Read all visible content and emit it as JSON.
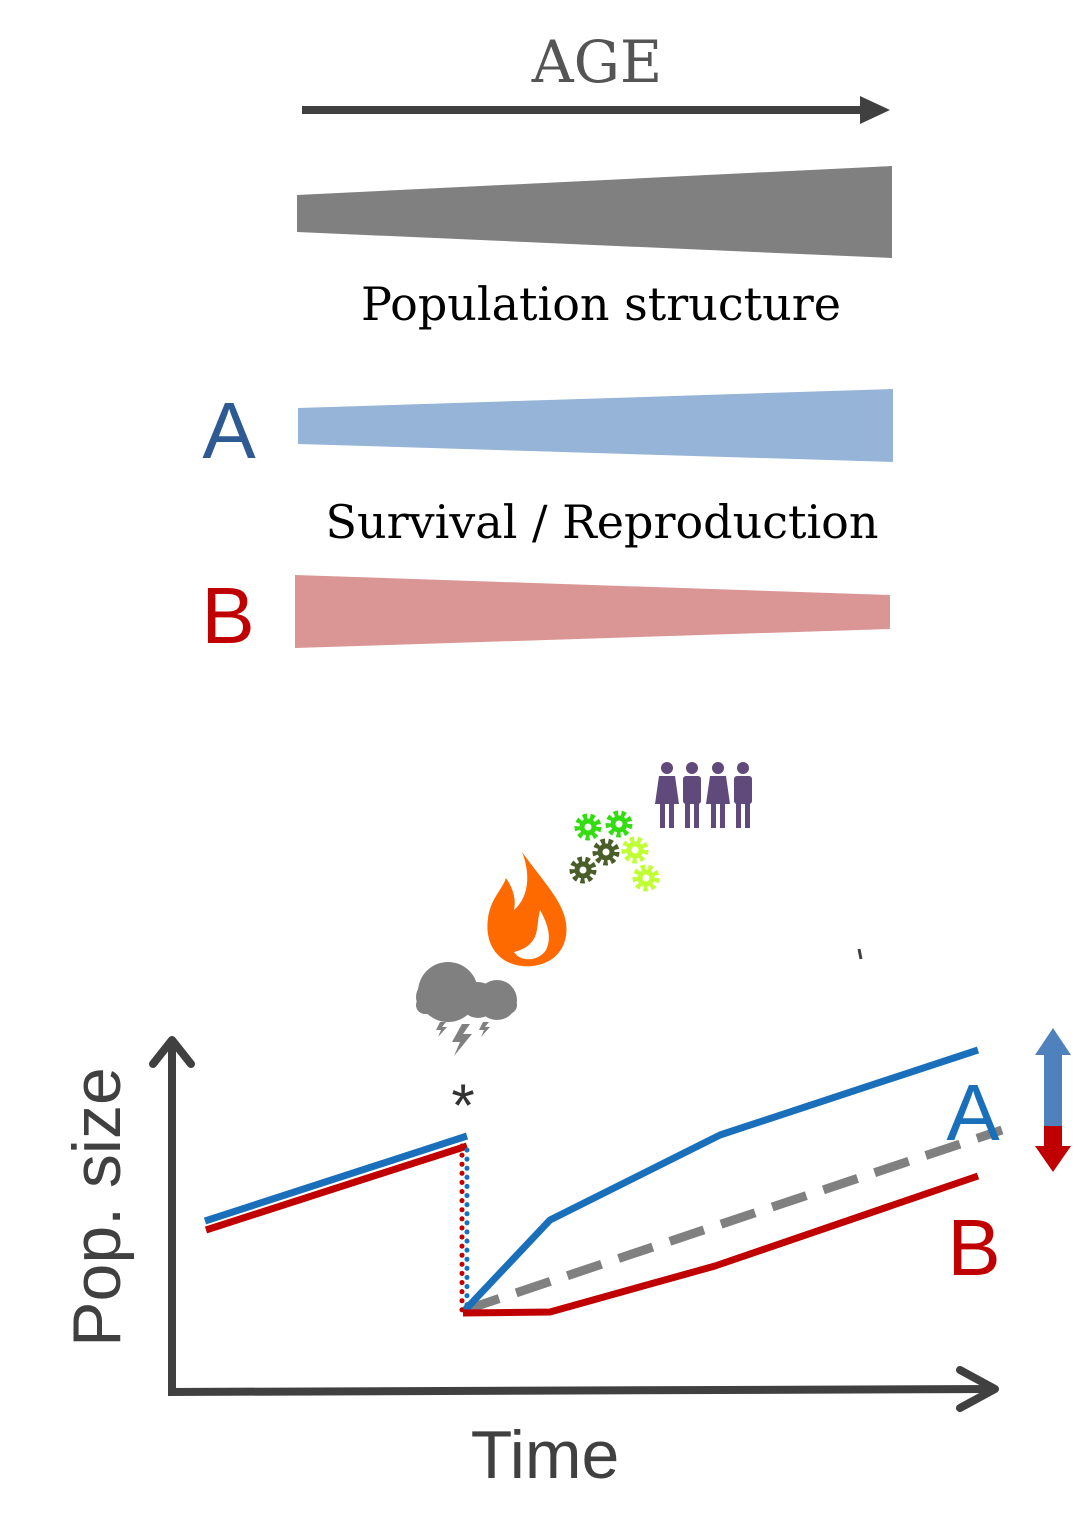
{
  "top": {
    "age_label": "AGE",
    "population_structure_label": "Population structure",
    "survival_label": "Survival / Reproduction",
    "strategy_a": "A",
    "strategy_b": "B"
  },
  "plot": {
    "ylabel": "Pop. size",
    "xlabel": "Time",
    "asterisk": "*",
    "label_a": "A",
    "label_b": "B"
  },
  "icons": [
    "storm-cloud-icon",
    "fire-icon",
    "gears-icon",
    "people-icon",
    "up-arrow-icon",
    "down-arrow-icon"
  ],
  "colors": {
    "gray": "#808080",
    "dark": "#404040",
    "blue": "#1a6fba",
    "red": "#c00000",
    "light_blue": "#96b4d8",
    "light_red": "#d99694",
    "orange": "#ff6a00",
    "purple": "#604a7b",
    "green": "#33dd11",
    "dark_green": "#4a5e2a",
    "lime": "#bfff33"
  }
}
